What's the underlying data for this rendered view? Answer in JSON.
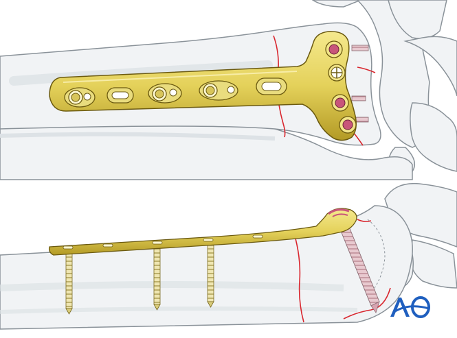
{
  "figure": {
    "views": [
      "anterior-view",
      "lateral-view"
    ],
    "colors": {
      "bone_fill": "#f1f3f5",
      "bone_line": "#8a9299",
      "bone_shade": "#dde2e6",
      "plate_fill": "#e4d15a",
      "plate_dark": "#b39a25",
      "plate_light": "#f5e98e",
      "fracture_line": "#d9262e",
      "screw_head": "#c8557a",
      "screw_thread": "#e7dc9a",
      "logo_blue": "#1f5fbf"
    },
    "top_view": {
      "plate": {
        "shaft_holes": 5,
        "distal_holes": 4
      },
      "fracture_lines": 2
    },
    "bottom_view": {
      "bicortical_screws": 3,
      "distal_locking_screw": 1,
      "fracture_lines": 2
    }
  },
  "logo": {
    "text": "AO",
    "icon": "ao-foundation-logo"
  }
}
